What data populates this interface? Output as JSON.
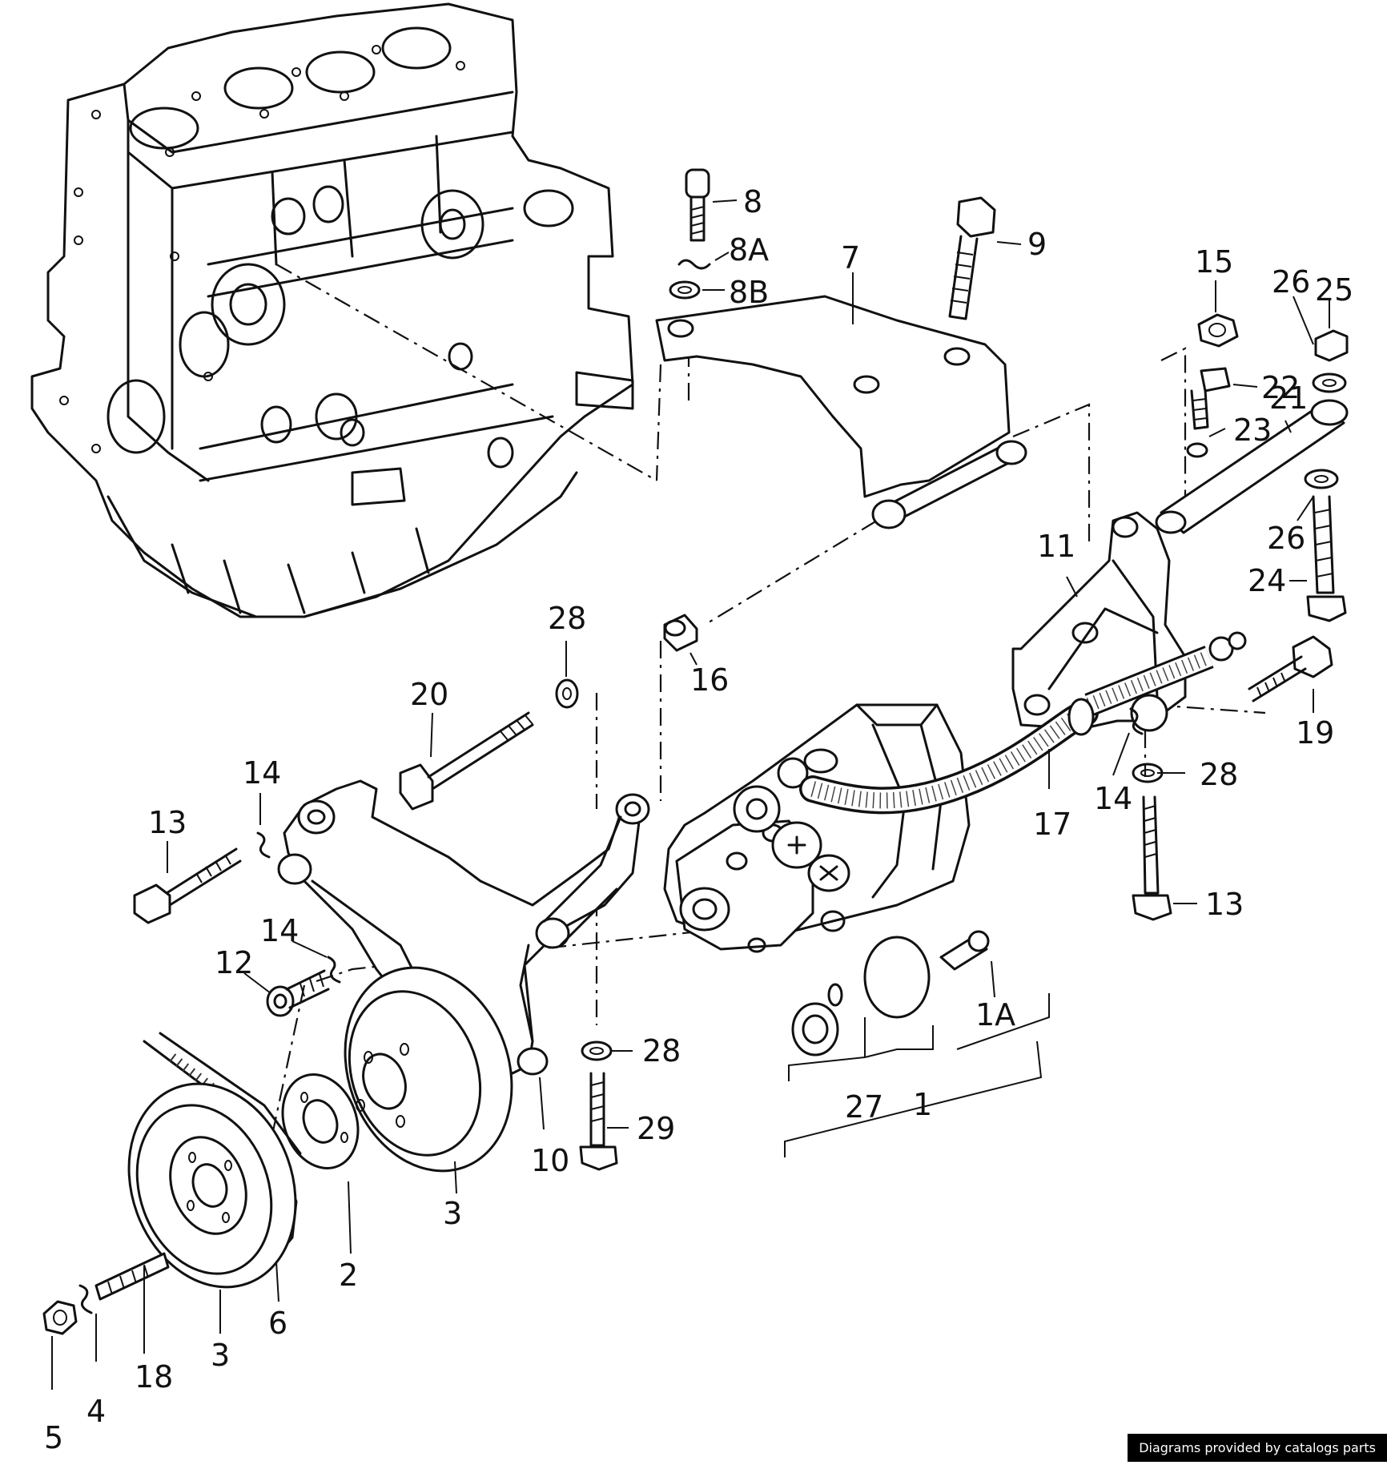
{
  "credit": "Diagrams provided by catalogs parts",
  "callouts": [
    "8",
    "8A",
    "8B",
    "9",
    "7",
    "15",
    "22",
    "23",
    "21",
    "26",
    "25",
    "26",
    "24",
    "11",
    "28",
    "16",
    "20",
    "14",
    "13",
    "19",
    "28",
    "14",
    "17",
    "13",
    "14",
    "12",
    "1A",
    "28",
    "29",
    "27",
    "1",
    "3",
    "10",
    "2",
    "6",
    "3",
    "18",
    "4",
    "5"
  ]
}
